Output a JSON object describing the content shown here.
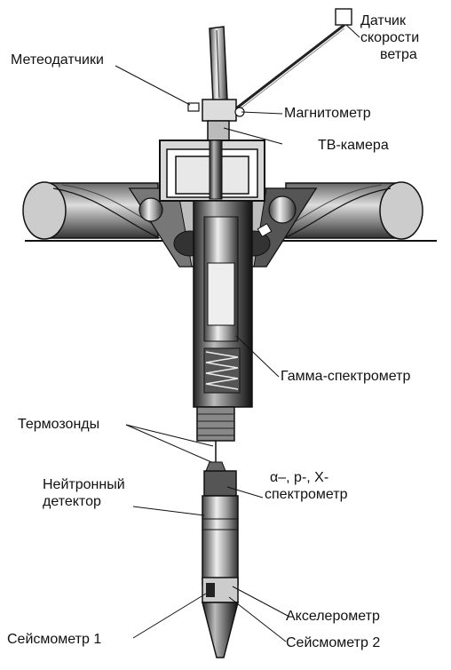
{
  "labels": {
    "wind_sensor": [
      "Датчик",
      "скорости",
      "ветра"
    ],
    "meteo_sensors": "Метеодатчики",
    "magnetometer": "Магнитометр",
    "tv_camera": "ТВ-камера",
    "gamma_spectrometer": "Гамма-спектрометр",
    "thermoprobes": "Термозонды",
    "neutron_detector": [
      "Нейтронный",
      "детектор"
    ],
    "apx_spectrometer": [
      "α–, р-, Х-",
      "спектрометр"
    ],
    "accelerometer": "Акселерометр",
    "seismometer_1": "Сейсмометр 1",
    "seismometer_2": "Сейсмометр 2"
  }
}
